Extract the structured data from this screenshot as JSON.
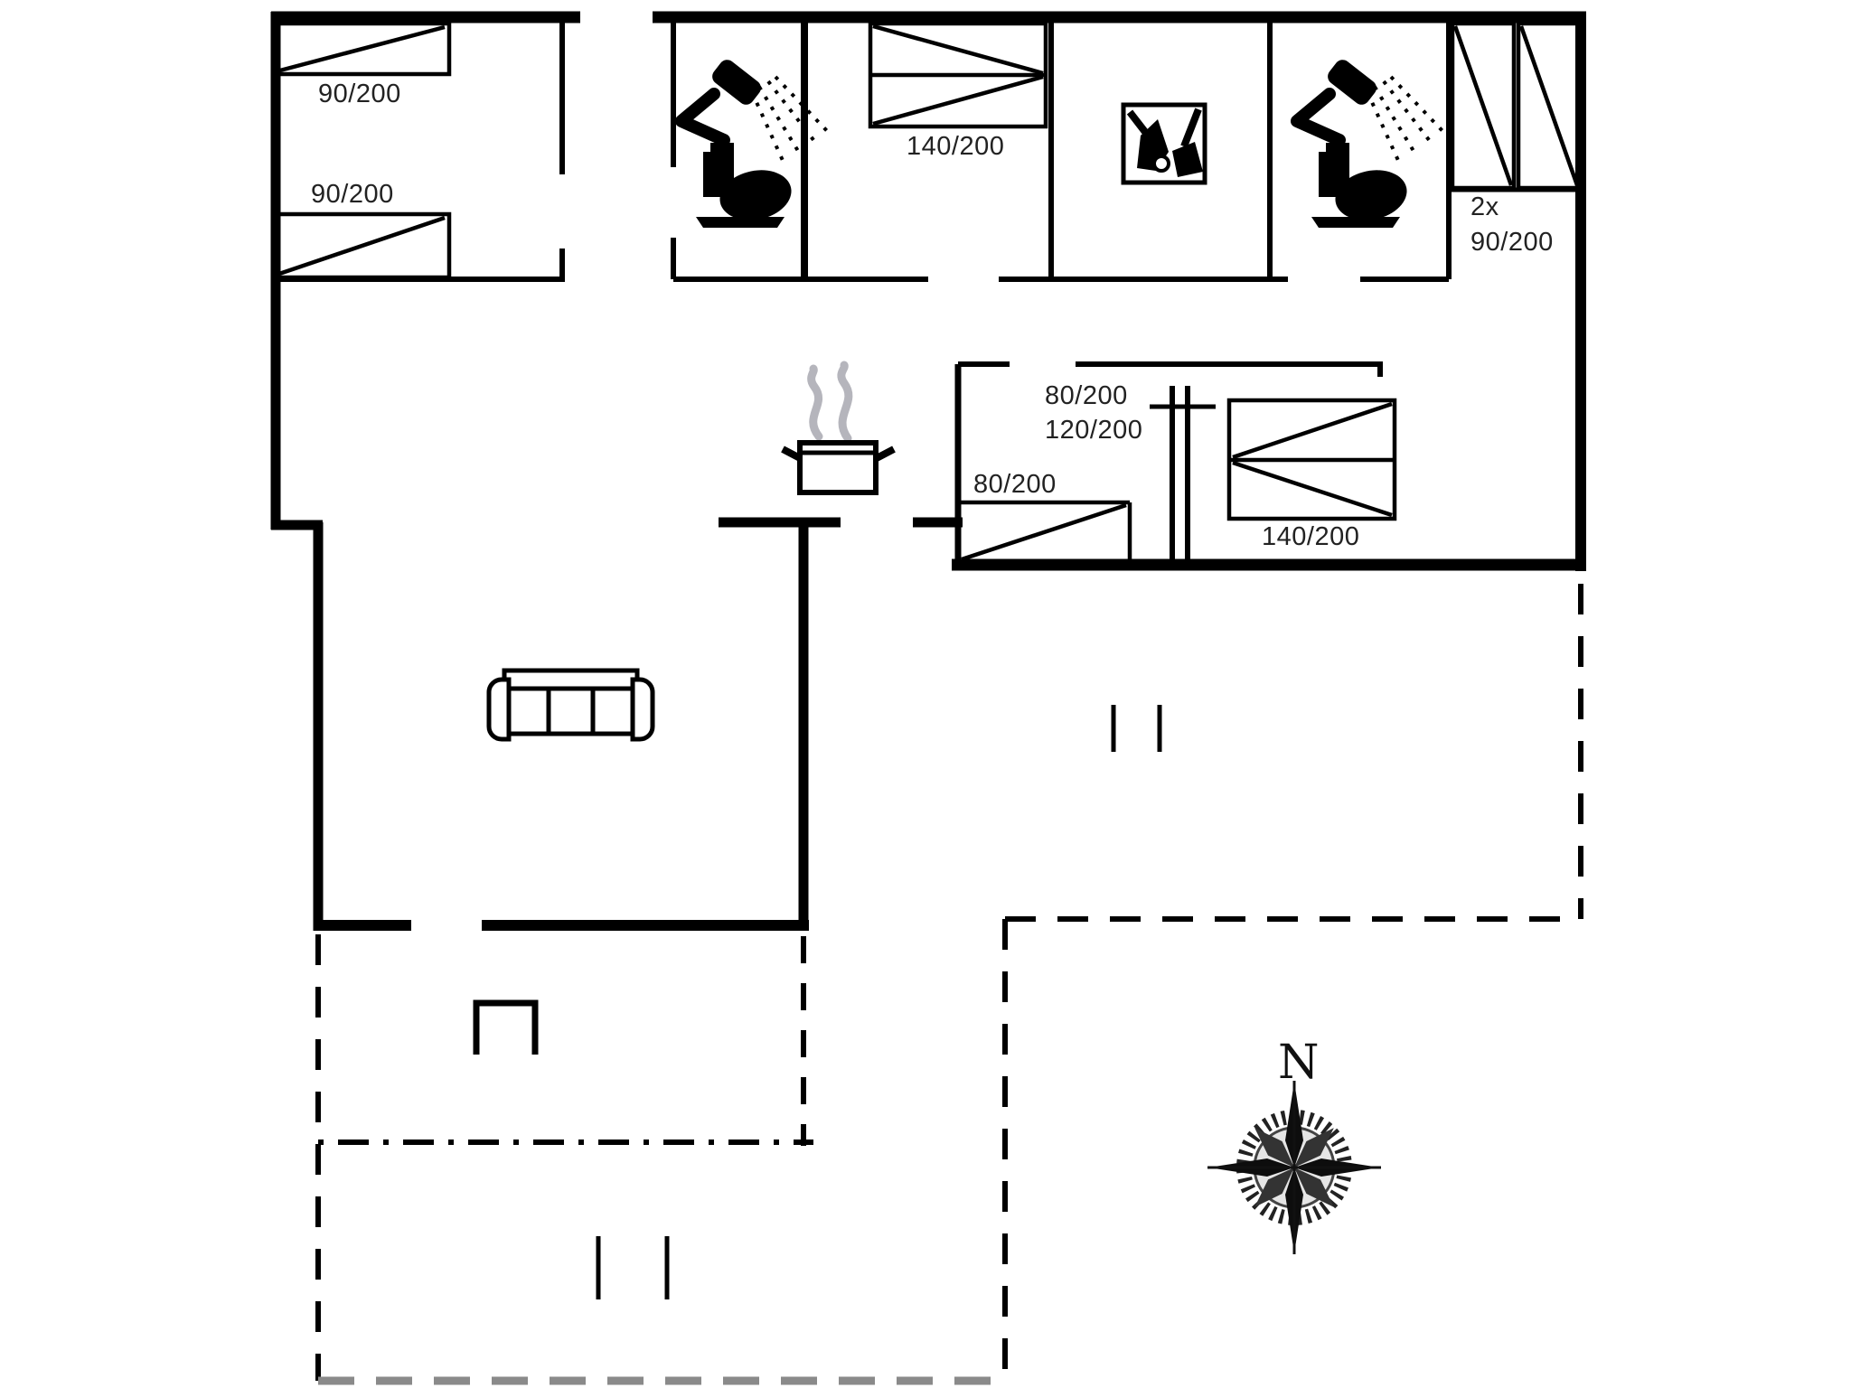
{
  "plan": {
    "colors": {
      "wall": "#000000",
      "label_text": "#222222",
      "steam": "#b5b5bc",
      "terrace_edge_faded": "#8a8a8a"
    },
    "labels": {
      "bedroom1_bed_top": "90/200",
      "bedroom1_bed_bottom": "90/200",
      "bedroom2_double_bed": "140/200",
      "closet_quantity": "2x",
      "closet_bed_size": "90/200",
      "bedroom3_bunk_top": "80/200",
      "bedroom3_bunk_bottom": "120/200",
      "bedroom3_single_bed": "80/200",
      "bedroom3_double_bed": "140/200"
    },
    "compass": {
      "north_label": "N"
    },
    "icons": [
      "shower-icon",
      "toilet-icon",
      "cleaning-equipment-icon",
      "cooking-pot-icon",
      "steam-icon",
      "sofa-icon",
      "compass-rose-icon"
    ]
  }
}
